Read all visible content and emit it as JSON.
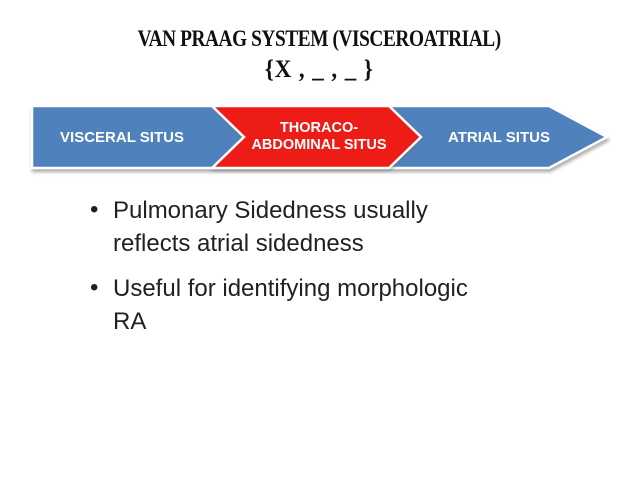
{
  "slide": {
    "title": "VAN PRAAG SYSTEM (VISCEROATRIAL)",
    "subtitle": "{X , _ , _ }",
    "diagram": {
      "colors": {
        "blue": "#4f81bd",
        "red": "#ee1c16",
        "outline": "#ffffff"
      },
      "steps": [
        {
          "lines": [
            "VISCERAL SITUS"
          ]
        },
        {
          "lines": [
            "THORACO-",
            "ABDOMINAL SITUS"
          ]
        },
        {
          "lines": [
            "ATRIAL SITUS"
          ]
        }
      ]
    },
    "bullets": [
      {
        "lines": [
          "Pulmonary Sidedness usually",
          "reflects atrial sidedness"
        ]
      },
      {
        "lines": [
          "Useful for identifying morphologic",
          "RA"
        ]
      }
    ]
  }
}
